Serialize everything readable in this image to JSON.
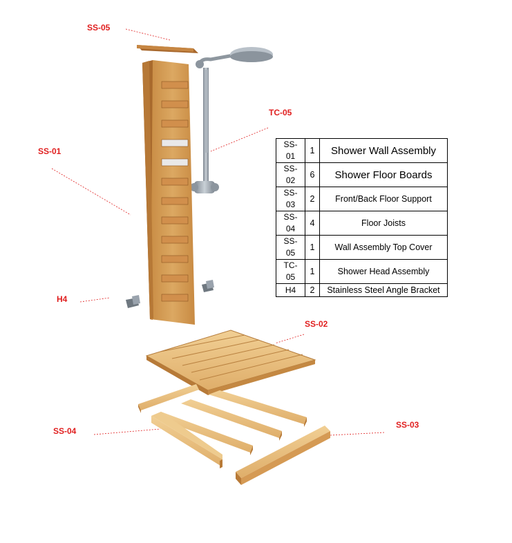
{
  "callouts": {
    "ss05": "SS-05",
    "tc05": "TC-05",
    "ss01": "SS-01",
    "h4": "H4",
    "ss02": "SS-02",
    "ss04": "SS-04",
    "ss03": "SS-03"
  },
  "parts": [
    {
      "code": "SS-01",
      "qty": "1",
      "desc": "Shower Wall Assembly"
    },
    {
      "code": "SS-02",
      "qty": "6",
      "desc": "Shower Floor Boards"
    },
    {
      "code": "SS-03",
      "qty": "2",
      "desc": "Front/Back Floor Support"
    },
    {
      "code": "SS-04",
      "qty": "4",
      "desc": "Floor Joists"
    },
    {
      "code": "SS-05",
      "qty": "1",
      "desc": "Wall Assembly Top Cover"
    },
    {
      "code": "TC-05",
      "qty": "1",
      "desc": "Shower Head Assembly"
    },
    {
      "code": "H4",
      "qty": "2",
      "desc": "Stainless Steel Angle Bracket"
    }
  ],
  "colors": {
    "callout": "#e01e1e",
    "wood": "#d8a15a",
    "metal": "#9aa3ad"
  }
}
